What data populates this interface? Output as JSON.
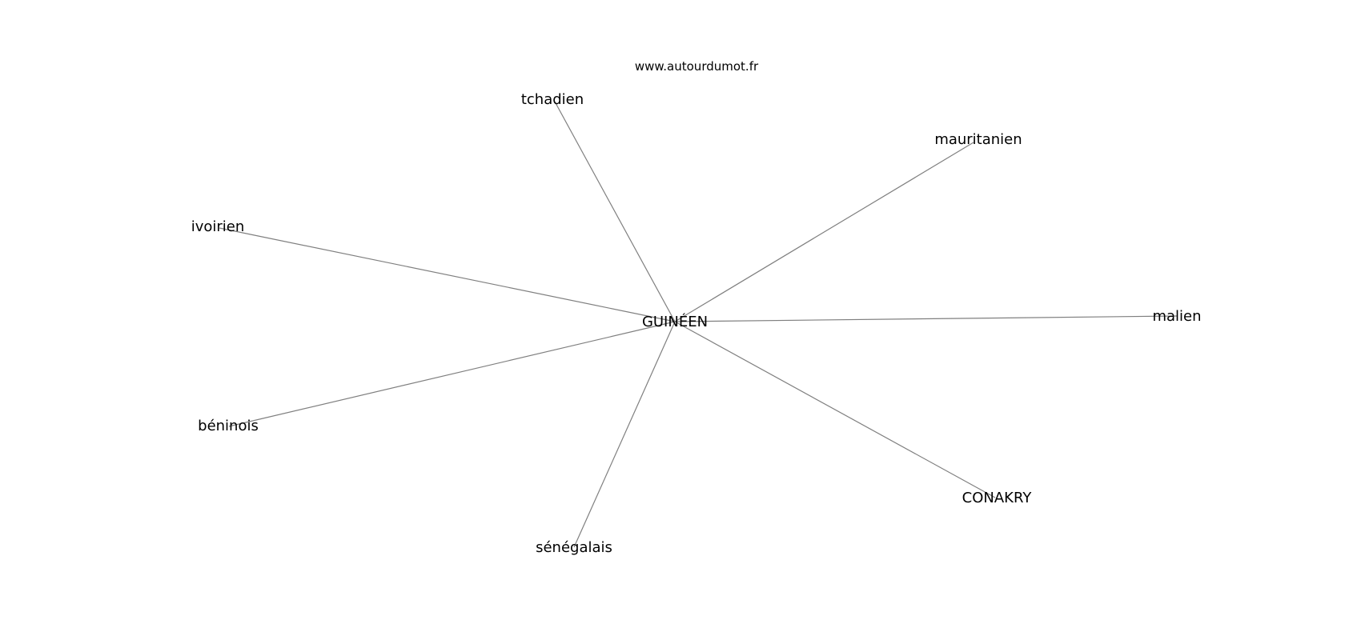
{
  "site": "www.autourdumot.fr",
  "graph": {
    "center": "GUINÉEN",
    "words": [
      "tchadien",
      "mauritanien",
      "ivoirien",
      "malien",
      "béninois",
      "CONAKRY",
      "sénégalais"
    ]
  },
  "colors": {
    "edge": "#7f7f7f",
    "text": "#000000",
    "background": "#ffffff"
  }
}
